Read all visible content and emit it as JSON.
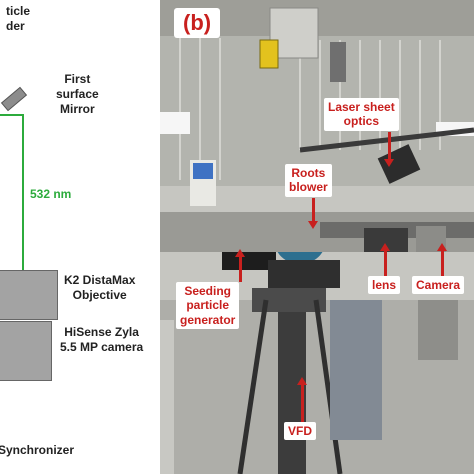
{
  "panel_a": {
    "seeder_line1": "ticle",
    "seeder_line2": "der",
    "mirror_line1": "First",
    "mirror_line2": "surface",
    "mirror_line3": "Mirror",
    "wavelength": "532 nm",
    "objective_line1": "K2 DistaMax",
    "objective_line2": "Objective",
    "camera_line1": "HiSense Zyla",
    "camera_line2": "5.5 MP camera",
    "synchronizer": "Synchronizer",
    "laser_color": "#2cab3c"
  },
  "panel_b": {
    "tag": "(b)",
    "laser_sheet_line1": "Laser sheet",
    "laser_sheet_line2": "optics",
    "roots_line1": "Roots",
    "roots_line2": "blower",
    "lens": "lens",
    "camera": "Camera",
    "seeding_line1": "Seeding",
    "seeding_line2": "particle",
    "seeding_line3": "generator",
    "vfd": "VFD",
    "callout_color": "#c8201e"
  }
}
